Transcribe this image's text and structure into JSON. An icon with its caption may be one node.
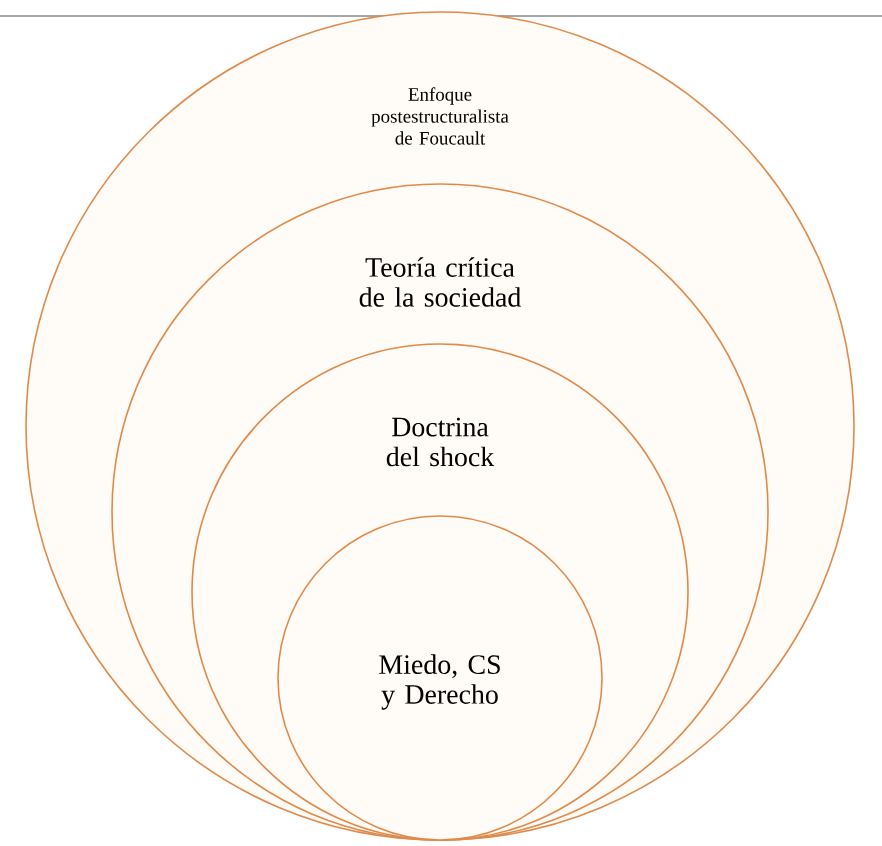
{
  "diagram": {
    "nodes": [
      {
        "text": [
          "Enfoque postestructuralista de Foucault"
        ]
      },
      {
        "text": [
          "Teoría crítica de la sociedad"
        ],
        "in": 0
      },
      {
        "text": [
          "Doctrina del shock"
        ],
        "in": 1
      },
      {
        "text": [
          "Miedo, CS y Derecho"
        ],
        "in": 2
      }
    ]
  }
}
